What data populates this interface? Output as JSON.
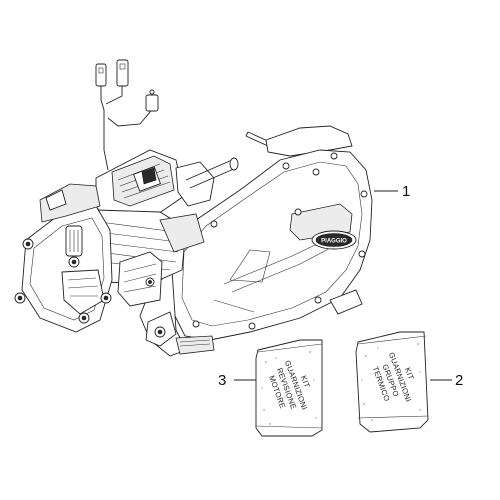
{
  "callouts": [
    {
      "number": "1",
      "part": "engine-assembly"
    },
    {
      "number": "2",
      "part": "gasket-kit-thermal-group"
    },
    {
      "number": "3",
      "part": "gasket-kit-engine-overhaul"
    }
  ],
  "kits": {
    "overhaul": {
      "lines": [
        "KIT",
        "GUARNIZIONI",
        "REVISIONE",
        "MOTORE"
      ]
    },
    "thermal": {
      "lines": [
        "KIT",
        "GUARNIZIONI",
        "GRUPPO",
        "TERMICO"
      ]
    }
  },
  "engine": {
    "cover_logo": "PIAGGIO"
  }
}
